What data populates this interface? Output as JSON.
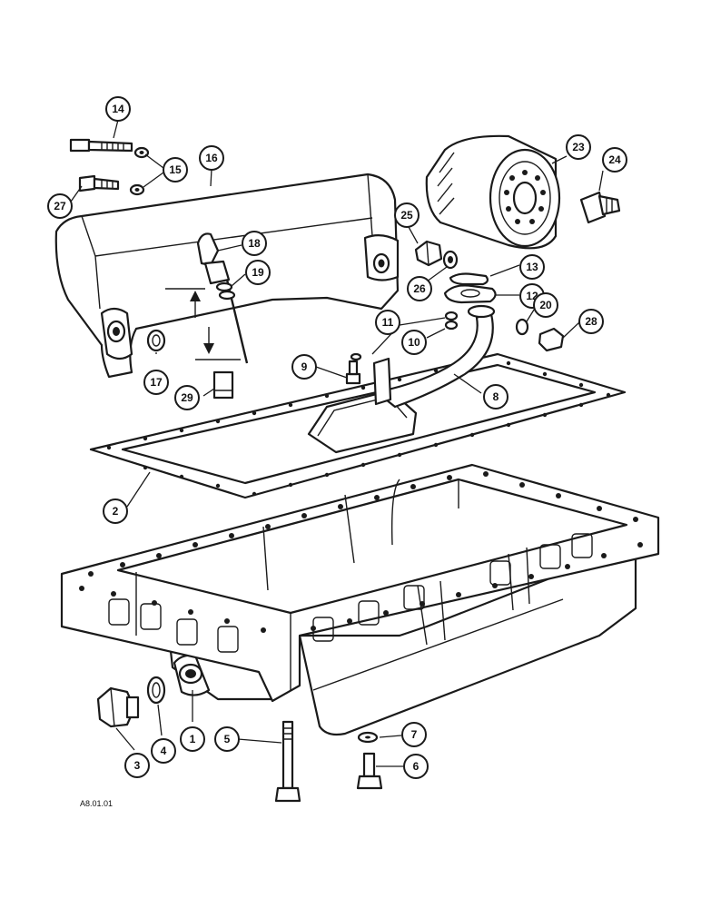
{
  "diagram": {
    "reference_code": "A8.01.01",
    "callouts": [
      {
        "id": "c1",
        "label": "1"
      },
      {
        "id": "c2",
        "label": "2"
      },
      {
        "id": "c3",
        "label": "3"
      },
      {
        "id": "c4",
        "label": "4"
      },
      {
        "id": "c5",
        "label": "5"
      },
      {
        "id": "c6",
        "label": "6"
      },
      {
        "id": "c7",
        "label": "7"
      },
      {
        "id": "c8",
        "label": "8"
      },
      {
        "id": "c9",
        "label": "9"
      },
      {
        "id": "c10",
        "label": "10"
      },
      {
        "id": "c11",
        "label": "11"
      },
      {
        "id": "c12",
        "label": "12"
      },
      {
        "id": "c13",
        "label": "13"
      },
      {
        "id": "c14",
        "label": "14"
      },
      {
        "id": "c15",
        "label": "15"
      },
      {
        "id": "c16",
        "label": "16"
      },
      {
        "id": "c17",
        "label": "17"
      },
      {
        "id": "c18",
        "label": "18"
      },
      {
        "id": "c19",
        "label": "19"
      },
      {
        "id": "c20",
        "label": "20"
      },
      {
        "id": "c23",
        "label": "23"
      },
      {
        "id": "c24",
        "label": "24"
      },
      {
        "id": "c25",
        "label": "25"
      },
      {
        "id": "c26",
        "label": "26"
      },
      {
        "id": "c27",
        "label": "27"
      },
      {
        "id": "c28",
        "label": "28"
      },
      {
        "id": "c29",
        "label": "29"
      }
    ]
  }
}
